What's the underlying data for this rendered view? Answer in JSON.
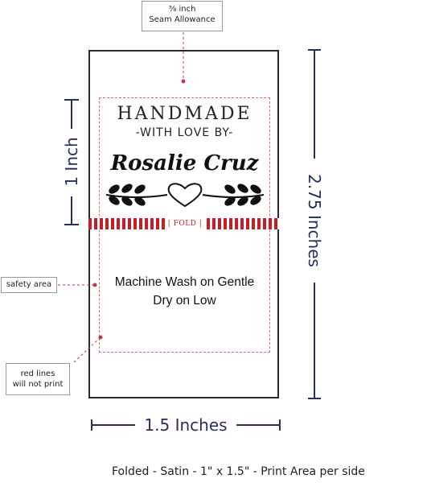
{
  "seam_callout": {
    "line1": "⅜ inch",
    "line2": "Seam Allowance"
  },
  "safety_callout": "safety area",
  "redlines_callout": {
    "line1": "red lines",
    "line2": "will not print"
  },
  "label": {
    "handmade": "HANDMADE",
    "with_love": "-WITH LOVE BY-",
    "name": "Rosalie Cruz",
    "fold": "FOLD",
    "care_line1": "Machine Wash on Gentle",
    "care_line2": "Dry on Low"
  },
  "dimensions": {
    "height_fold": "1 Inch",
    "height_total": "2.75 Inches",
    "width": "1.5 Inches"
  },
  "footer": "Folded - Satin - 1\" x 1.5\" - Print Area per side",
  "colors": {
    "navy": "#25305e",
    "red": "#c81d25",
    "callout_line": "#c0394b"
  }
}
